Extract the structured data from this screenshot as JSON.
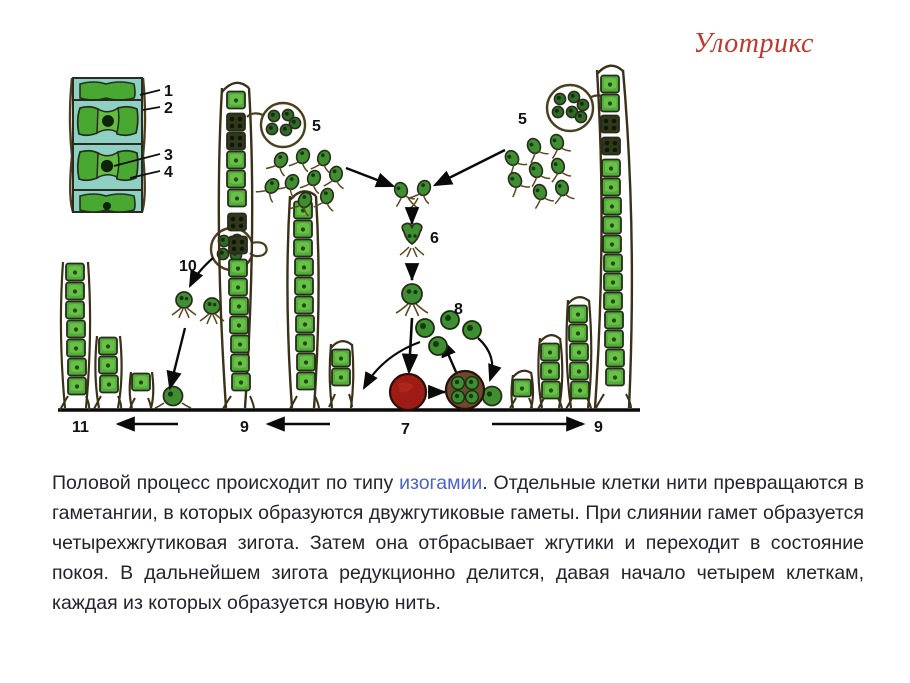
{
  "title": "Улотрикс",
  "caption": {
    "part1": "Половой процесс происходит по типу ",
    "highlight": "изогамии",
    "part2": ". Отдельные клетки нити превращаются в гаметангии, в которых образуются двужгутиковые гаметы. При слиянии гамет образуется четырехжгутиковая зигота.  Затем  она  отбрасывает  жгутики  и  переходит  в  состояние покоя. В дальнейшем зигота  редукционно делится, давая начало четырем клеткам, каждая из которых образуется новую нить."
  },
  "diagram": {
    "name": "ulothrix-life-cycle",
    "labels": {
      "cell_1": "1",
      "cell_2": "2",
      "cell_3": "3",
      "cell_4": "4",
      "gametes_left": "5",
      "gametes_right": "5",
      "zygote_four_flagella": "6",
      "resting_zygote": "7",
      "zoospores_from_zygote": "8",
      "germination_right": "9",
      "germination_left_mid": "9",
      "zoospores_10": "10",
      "germination_far_left": "11"
    },
    "colors": {
      "cell_green": "#4fae3a",
      "cell_green_light": "#7ec850",
      "cell_teal": "#8fd0c4",
      "outline_dark": "#2b2a1c",
      "outline_brown": "#5a4a22",
      "zygote_red": "#9e1b16",
      "arrow_black": "#0a0a0a",
      "title_red": "#c0392b",
      "text_dark": "#22252e",
      "link_blue": "#4a63c8"
    }
  }
}
